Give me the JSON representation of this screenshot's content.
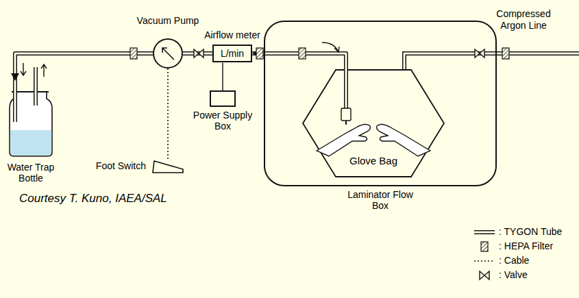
{
  "diagram": {
    "caption": "Courtesy T. Kuno, IAEA/SAL",
    "nodes": [
      {
        "text": [
          "Vacuum Pump"
        ]
      },
      {
        "text": [
          "Airflow meter",
          "L/min"
        ]
      },
      {
        "text": [
          "Power Supply Box"
        ]
      },
      {
        "text": [
          "Water Trap Bottle"
        ]
      },
      {
        "text": [
          "Foot Switch"
        ]
      },
      {
        "text": [
          "Laminator Flow Box"
        ]
      },
      {
        "text": [
          "Glove Bag"
        ],
        "in": 5
      }
    ],
    "edges": [
      {
        "from": 0,
        "to": 3,
        "arrow": "to"
      },
      {
        "from": 1,
        "to": 0,
        "arrow": "none"
      },
      {
        "from": 2,
        "to": 1,
        "arrow": "none"
      },
      {
        "from": 4,
        "to": 0,
        "arrow": "none"
      },
      {
        "from": 6,
        "to": 1,
        "arrow": "to"
      }
    ],
    "labels": [
      "Compressed Argon Line"
    ],
    "legend": [
      {
        "text": ": TYGON Tube"
      },
      {
        "text": ": HEPA Filter"
      },
      {
        "text": ": Cable"
      },
      {
        "text": ": Valve"
      }
    ]
  }
}
